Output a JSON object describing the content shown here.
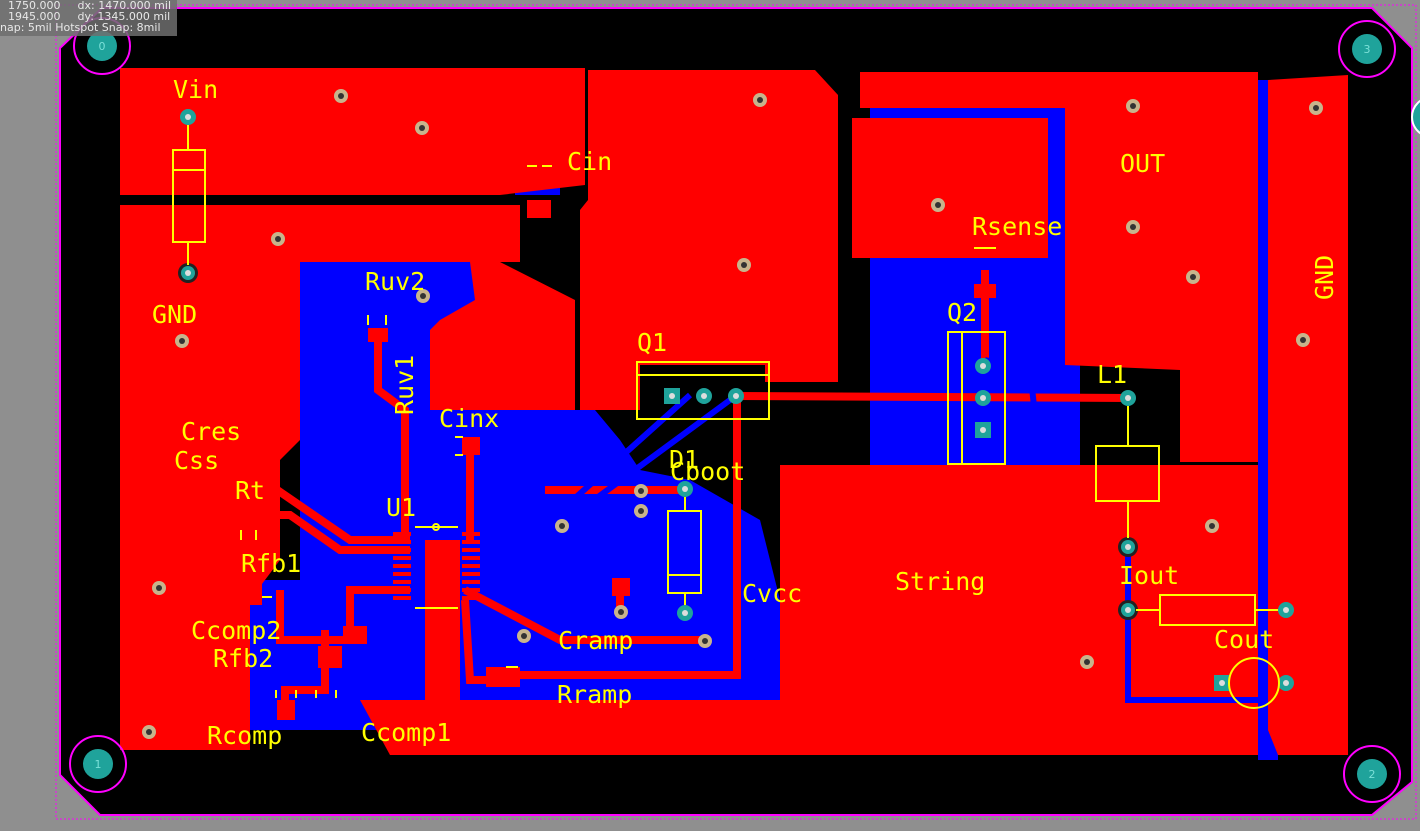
{
  "hud": {
    "line1_x": "1750.000",
    "line1_dx": "dx: 1470.000 mil",
    "line2_y": "1945.000",
    "line2_dy": "dy: 1345.000 mil",
    "line3_snap": "nap: 5mil Hotspot Snap: 8mil"
  },
  "colors": {
    "background": "#000000",
    "top_layer": "#ff0000",
    "bottom_layer": "#0000ff",
    "silkscreen": "#ffff00",
    "board_outline": "#ff00ff",
    "via": "#1fa39b"
  },
  "mounting_holes": [
    "0",
    "1",
    "2",
    "3"
  ],
  "labels": {
    "vin": "Vin",
    "gnd_left": "GND",
    "cin": "Cin",
    "rsense": "Rsense",
    "out": "OUT",
    "gnd_right": "GND",
    "ruv2": "Ruv2",
    "ruv1": "Ruv1",
    "cinx": "Cinx",
    "q1": "Q1",
    "q2": "Q2",
    "l1": "L1",
    "cres": "Cres",
    "css": "Css",
    "rt": "Rt",
    "d1": "D1",
    "cboot": "Cboot",
    "u1": "U1",
    "rfb1": "Rfb1",
    "cvcc": "Cvcc",
    "string": "String",
    "iout": "Iout",
    "ccomp2": "Ccomp2",
    "rfb2": "Rfb2",
    "cramp": "Cramp",
    "cout": "Cout",
    "rramp": "Rramp",
    "rcomp": "Rcomp",
    "ccomp1": "Ccomp1"
  }
}
